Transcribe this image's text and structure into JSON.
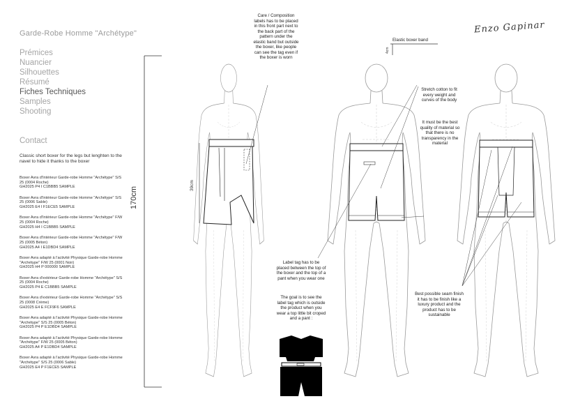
{
  "header": {
    "title": "Garde-Robe Homme \"Archétype\""
  },
  "nav": [
    {
      "label": "Prémices",
      "active": false
    },
    {
      "label": "Nuancier",
      "active": false
    },
    {
      "label": "Silhouettes",
      "active": false
    },
    {
      "label": "Résumé",
      "active": false
    },
    {
      "label": "Fiches Techniques",
      "active": true
    },
    {
      "label": "Samples",
      "active": false
    },
    {
      "label": "Shooting",
      "active": false
    }
  ],
  "contact": "Contact",
  "description": "Classic short boxer for the legs but lenghten to the navel to hide it thanks to the boxer",
  "items": [
    {
      "name": "Boxer Avra d'Intérieur Garde-robe Homme \"Archétype\" S/S 25 (0004 Roche)",
      "ref": "GH2025 P4 I C1BBB5 SAMPLE"
    },
    {
      "name": "Boxer Avra d'Intérieur Garde-robe Homme \"Archétype\" S/S 25 (0006 Sable)",
      "ref": "GH2025 E4 I F1ECE5 SAMPLE"
    },
    {
      "name": "Boxer Avra d'Intérieur Garde-robe Homme \"Archétype\" F/W 25 (0004 Roche)",
      "ref": "GH2025 H4 I C1BBB5 SAMPLE"
    },
    {
      "name": "Boxer Avra d'Intérieur Garde-robe Homme \"Archétype\" F/W 25 (0005 Béton)",
      "ref": "GH2025 A4 I E1DBD4 SAMPLE"
    },
    {
      "name": "Boxer Avra adapté à l'activité Physique Garde-robe Homme \"Archétype\" F/W 25 (0001 Noir)",
      "ref": "GH2025 H4 P 000000 SAMPLE"
    },
    {
      "name": "Boxer Avra d'extérieur Garde-robe Homme \"Archétype\" S/S 25 (0004 Roche)",
      "ref": "GH2025 P4 E C1BBB5 SAMPLE"
    },
    {
      "name": "Boxer Avra d'extérieur Garde-robe Homme \"Archétype\" S/S 25 (0008 Crème)",
      "ref": "GH2025 E4 E FCF9F6 SAMPLE"
    },
    {
      "name": "Boxer Avra adapté à l'activité Physique Garde-robe Homme \"Archétype\" S/S 25 (0005 Béton)",
      "ref": "GH2025 P4 P E1DBD4 SAMPLE"
    },
    {
      "name": "Boxer Avra adapté à l'activité Physique Garde-robe Homme \"Archétype\" F/W 25 (0005 Béton)",
      "ref": "GH2025 A4 P E1DBD4 SAMPLE"
    },
    {
      "name": "Boxer Avra adapté à l'activité Physique Garde-robe Homme \"Archétype\" S/S 25 (0006 Sable)",
      "ref": "GH2025 E4 P F1ECE5 SAMPLE"
    }
  ],
  "measures": {
    "height": "170cm",
    "boxer_length": "39cm",
    "band": "4cm"
  },
  "annotations": {
    "care_label": "Care / Composition labels has to be placed in this front part next to the back part of the pattern under the elastic band but outside the boxer, like people can see the tag even if the boxer is worn",
    "elastic_band": "Elastic boxer band",
    "stretch_cotton": "Stretch cotton to fit every weight and curves of the body",
    "quality": "It must be the best quality of material so that there is no transparency in the material",
    "label_tag": "Label tag has to be placed between the top of the boxer and the top of a pant when you wear one",
    "goal": "The goal is to see the label tag which is outside the product when you wear a top little bit croped and a pant :",
    "seam": "Best possible seam finish it has to be finish like a luxury product and the product has to be sustainable"
  },
  "signature": "Enzo Gapinar",
  "colors": {
    "nav_inactive": "#a5a5a5",
    "nav_active": "#555555",
    "line": "#333333",
    "sketch": "#9a9a9a",
    "garment_black": "#000000"
  }
}
